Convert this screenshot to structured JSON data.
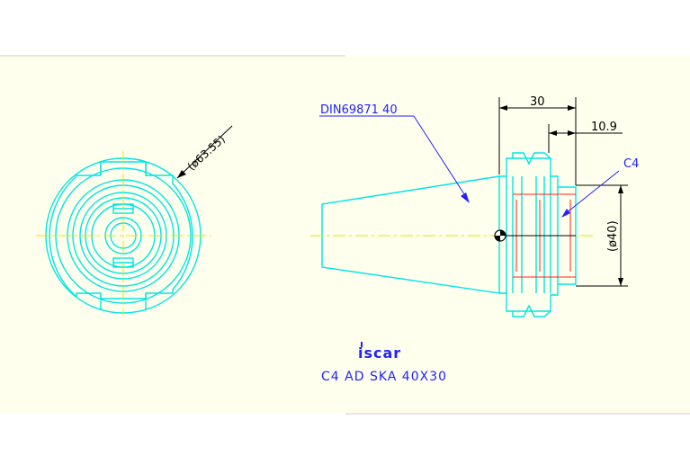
{
  "drawing": {
    "colors": {
      "background": "#ffffee",
      "outline": "#00e5e5",
      "centerline": "#e6e600",
      "dimension": "#000000",
      "annotation": "#2222ff",
      "hidden": "#ff2020"
    },
    "dimensions": {
      "diameter_front": "(ø63.55)",
      "length_30": "30",
      "length_10_9": "10.9",
      "diameter_40": "(ø40)"
    },
    "labels": {
      "standard": "DIN69871 40",
      "chamfer": "C4"
    },
    "logo": {
      "text": "iscar"
    },
    "part_name": "C4 AD SKA 40X30"
  }
}
